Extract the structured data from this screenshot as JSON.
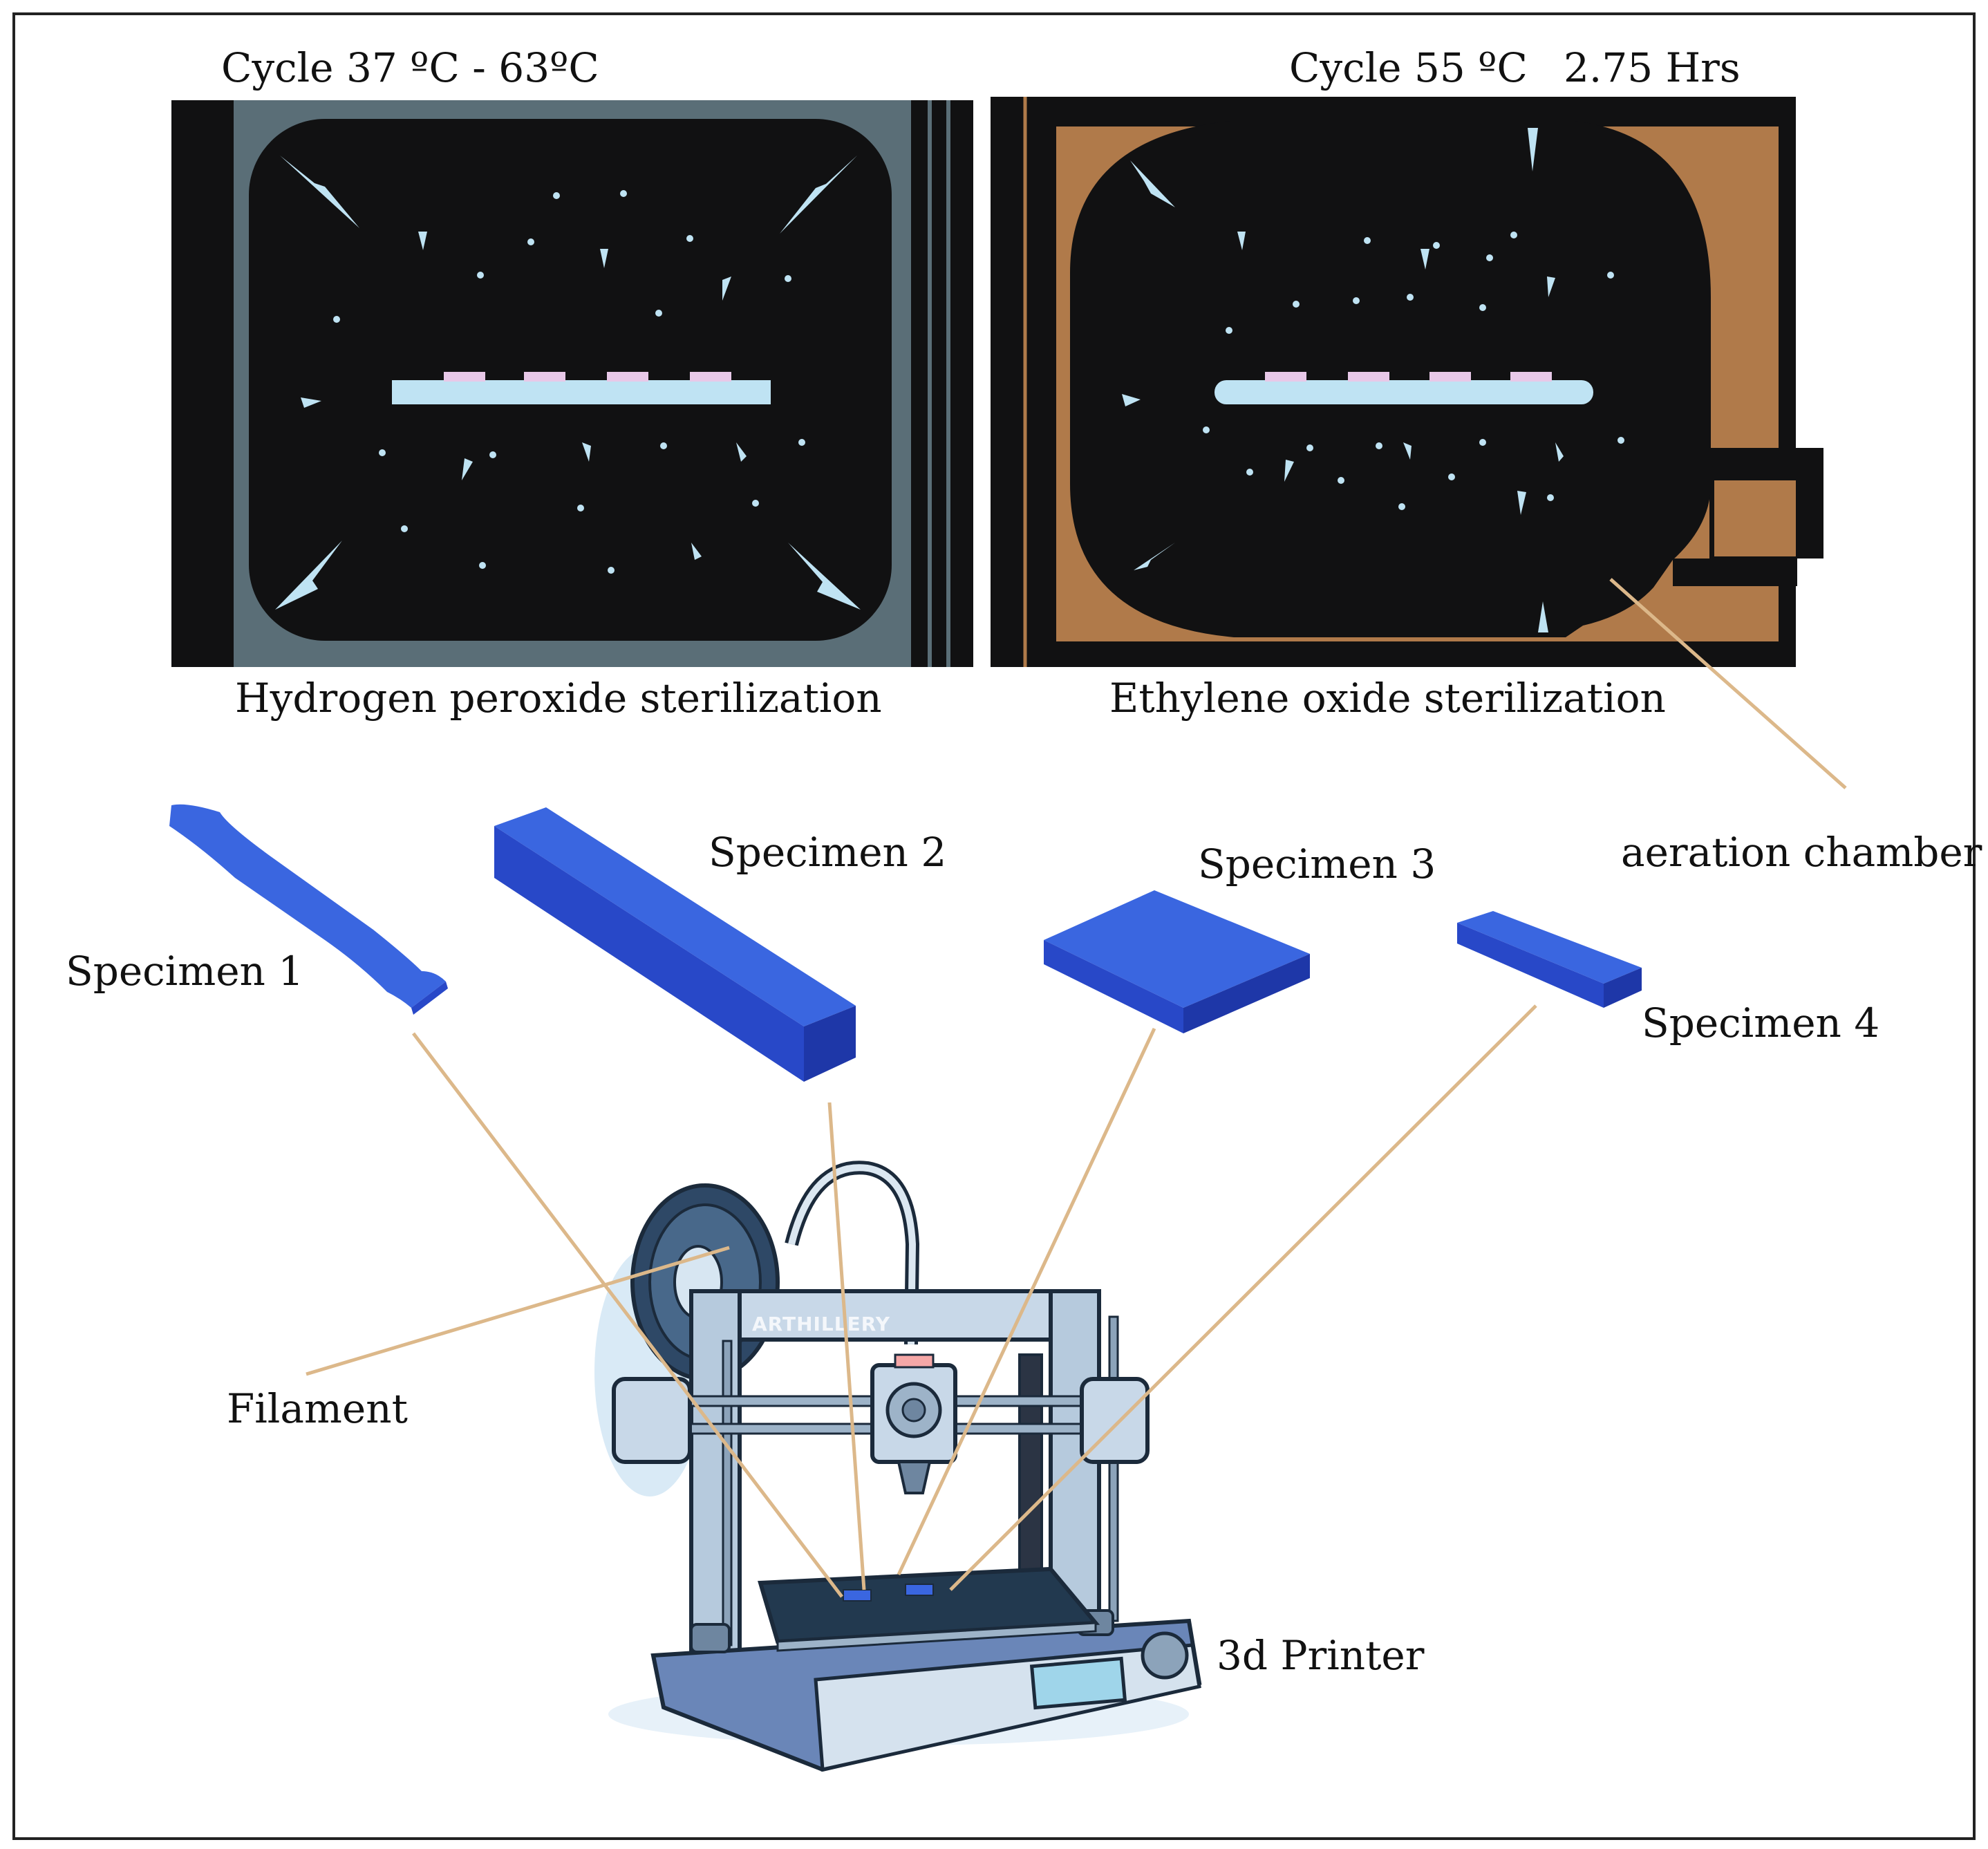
{
  "chambers": {
    "hydrogen": {
      "cycle_label": "Cycle 37 ºC - 63ºC",
      "caption": "Hydrogen peroxide sterilization",
      "wall_color": "#5a6e77",
      "interior_color": "#111112",
      "plume_color": "#bfe3f3"
    },
    "ethylene": {
      "cycle_temp_label": "Cycle 55 ºC",
      "cycle_time_label": "2.75 Hrs",
      "caption": "Ethylene oxide sterilization",
      "wall_color": "#b07a4a",
      "interior_color": "#111112",
      "plume_color": "#bfe3f3"
    }
  },
  "labels": {
    "aeration_chamber": "aeration chamber",
    "specimen_1": "Specimen 1",
    "specimen_2": "Specimen 2",
    "specimen_3": "Specimen 3",
    "specimen_4": "Specimen 4",
    "filament": "Filament",
    "printer": "3d Printer"
  },
  "printer": {
    "brand": "ARTHILLERY"
  },
  "colors": {
    "specimen_blue": "#3a66e0",
    "leader_line": "#dcb88a",
    "tray": "#bfe3f3",
    "printer_frame": "#c8d8e8"
  }
}
